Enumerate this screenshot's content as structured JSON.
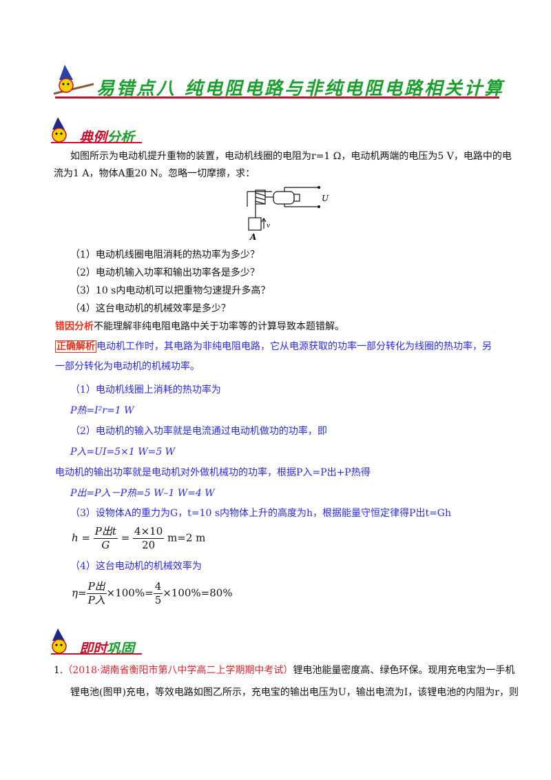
{
  "title": "易错点八  纯电阻电路与非纯电阻电路相关计算",
  "section1": {
    "a": "典例",
    "b": "分析"
  },
  "section2": {
    "a": "即时",
    "b": "巩固"
  },
  "problem": {
    "l1": "如图所示为电动机提升重物的装置，电动机线圈的电阻为r=1 Ω，电动机两端的电压为5 V，电路中的电",
    "l2": "流为1 A，物体A重20 N。忽略一切摩擦，求：",
    "q1": "（1）电动机线圈电阻消耗的热功率为多少？",
    "q2": "（2）电动机输入功率和输出功率各是多少？",
    "q3": "（3）10 s内电动机可以把重物匀速提升多高？",
    "q4": "（4）这台电动机的机械效率是多少？"
  },
  "figure": {
    "u_label": "U",
    "a_label": "A",
    "v_label": "v"
  },
  "error": {
    "tag": "错因分析",
    "text": "不能理解非纯电阻电路中关于功率等的计算导致本题错解。"
  },
  "solution": {
    "tag": "正确解析",
    "l1": "电动机工作时，其电路为非纯电阻电路，它从电源获取的功率一部分转化为线圈的热功率，另",
    "l2": "一部分转化为电动机的机械功率。",
    "s1": "（1）电动机线圈上消耗的热功率为",
    "e1": "P热=I²r=1 W",
    "s2": "（2）电动机的输入功率就是电流通过电动机做功的功率，即",
    "e2": "P入=UI=5×1 W=5 W",
    "s3": "电动机的输出功率就是电动机对外做机械功的功率，根据P入=P出+P热得",
    "e3": "P出=P入－P热=5 W–1 W=4 W",
    "s4": "（3）设物体A的重力为G，t=10 s内物体上升的高度为h，根据能量守恒定律得P出t=Gh",
    "e4": {
      "lhs": "h =",
      "n1": "P出t",
      "d1": "G",
      "eq": "=",
      "n2": "4×10",
      "d2": "20",
      "res": "m=2 m"
    },
    "s5": "（4）这台电动机的机械效率为",
    "e5": {
      "lhs": "η=",
      "n1": "P出",
      "d1": "P入",
      "mid": "×100%=",
      "n2": "4",
      "d2": "5",
      "res": "×100%=80%"
    }
  },
  "exercise": {
    "num": "1.",
    "source": "（2018·湖南省衡阳市第八中学高二上学期期中考试）",
    "l1": "锂电池能量密度高、绿色环保。现用充电宝为一手机",
    "l2": "锂电池(图甲)充电，等效电路如图乙所示，充电宝的输出电压为U，输出电流为I，该锂电池的内阻为r，则"
  },
  "colors": {
    "title_green": "#1a9e2e",
    "red": "#c8102e",
    "blue": "#2a2ad8"
  }
}
